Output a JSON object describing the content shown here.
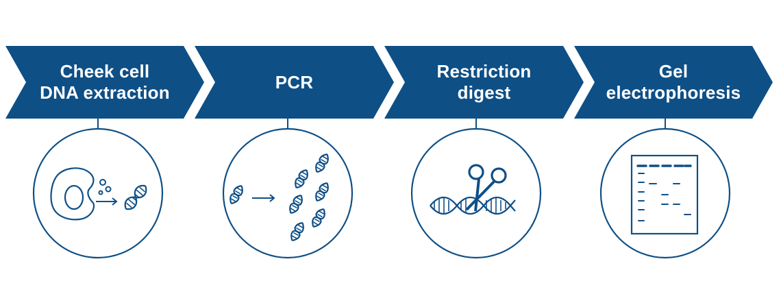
{
  "colors": {
    "primary": "#0e4f86",
    "background": "#ffffff"
  },
  "steps": [
    {
      "line1": "Cheek cell",
      "line2": "DNA extraction",
      "icon": "cheek-cell-dna-icon"
    },
    {
      "line1": "PCR",
      "line2": "",
      "icon": "pcr-amplification-icon"
    },
    {
      "line1": "Restriction",
      "line2": "digest",
      "icon": "scissors-dna-icon"
    },
    {
      "line1": "Gel",
      "line2": "electrophoresis",
      "icon": "gel-electrophoresis-icon"
    }
  ]
}
